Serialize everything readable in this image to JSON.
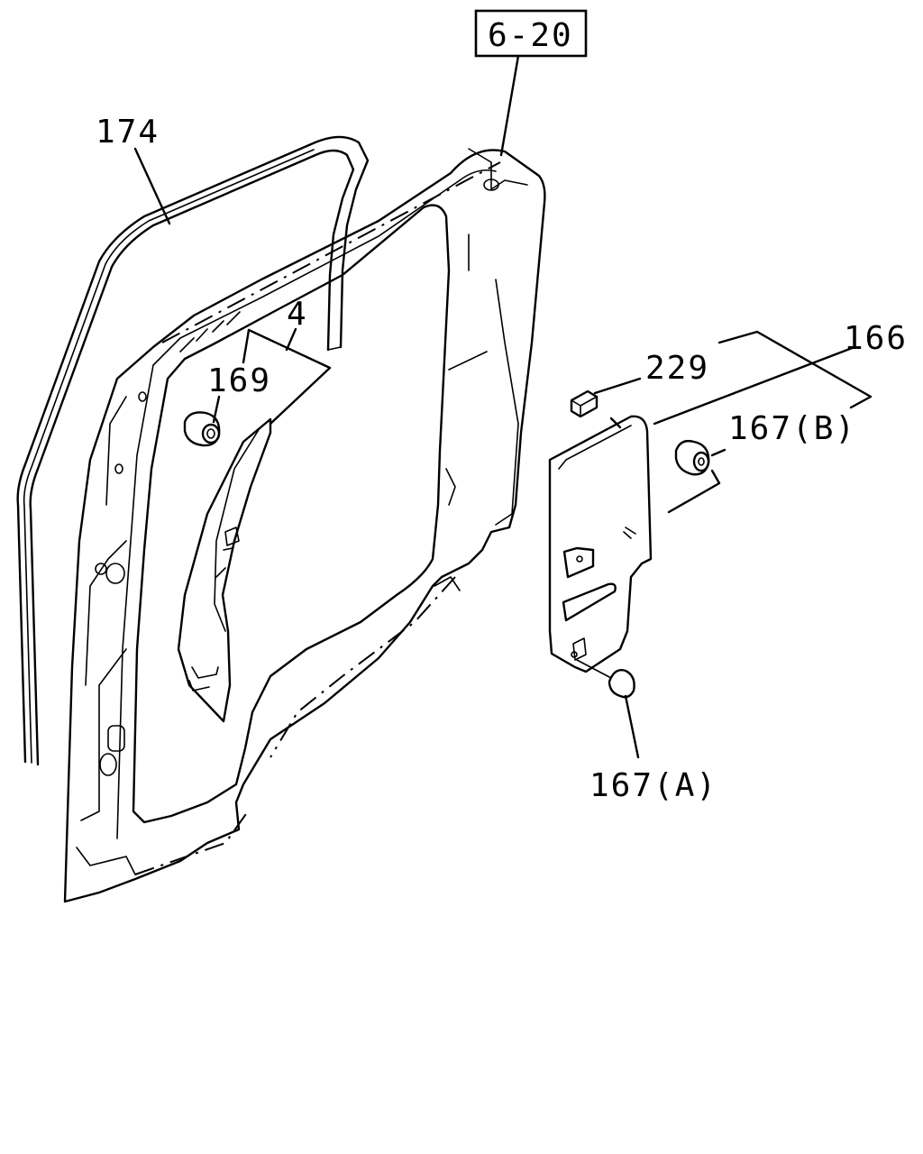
{
  "diagram": {
    "ref_box": "6-20",
    "callouts": {
      "p174": "174",
      "p4": "4",
      "p169": "169",
      "p229": "229",
      "p166": "166",
      "p167b": "167(B)",
      "p167a": "167(A)"
    }
  }
}
